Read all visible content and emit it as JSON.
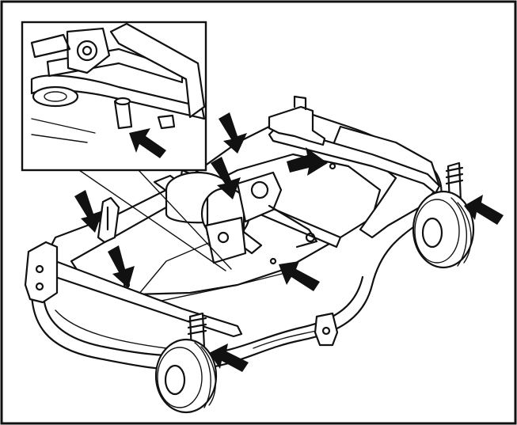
{
  "figure": {
    "colors": {
      "line": "#111111",
      "background": "#ffffff"
    },
    "callouts": [
      {
        "name": "inset-pivot-arrow"
      },
      {
        "name": "rear-hitch-arrow"
      },
      {
        "name": "rear-bracket-arrow"
      },
      {
        "name": "gearbox-arrow"
      },
      {
        "name": "left-hanger-arrow"
      },
      {
        "name": "left-deck-arrow"
      },
      {
        "name": "belt-cover-arrow"
      },
      {
        "name": "right-caster-arrow"
      },
      {
        "name": "front-caster-arrow"
      }
    ]
  }
}
